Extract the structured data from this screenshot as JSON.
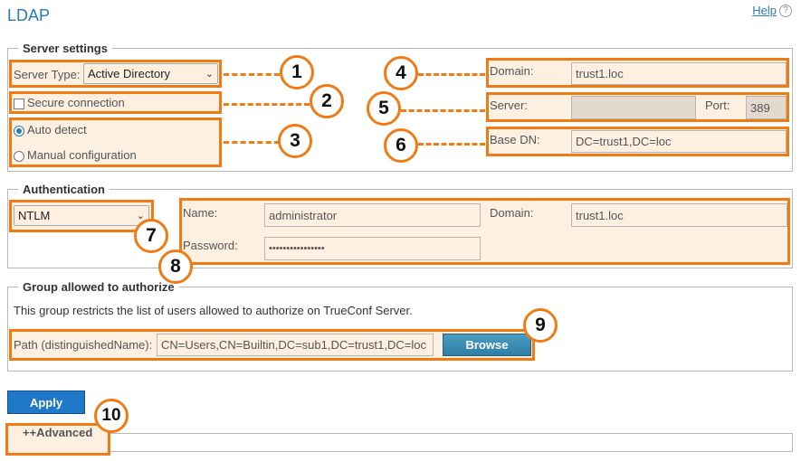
{
  "page": {
    "title": "LDAP",
    "help_label": "Help",
    "help_icon": "help-circle-icon"
  },
  "server_settings": {
    "legend": "Server settings",
    "server_type_label": "Server Type:",
    "server_type_value": "Active Directory",
    "secure_connection_label": "Secure connection",
    "secure_connection_checked": false,
    "auto_detect_label": "Auto detect",
    "manual_configuration_label": "Manual configuration",
    "selected_mode": "Auto detect",
    "domain_label": "Domain:",
    "domain_value": "trust1.loc",
    "server_label": "Server:",
    "server_value": "",
    "port_label": "Port:",
    "port_value": "389",
    "base_dn_label": "Base DN:",
    "base_dn_value": "DC=trust1,DC=loc"
  },
  "authentication": {
    "legend": "Authentication",
    "method_value": "NTLM",
    "name_label": "Name:",
    "name_value": "administrator",
    "domain_label": "Domain:",
    "domain_value": "trust1.loc",
    "password_label": "Password:",
    "password_value": "••••••••••••••••"
  },
  "group": {
    "legend": "Group allowed to authorize",
    "description": "This group restricts the list of users allowed to authorize on TrueConf Server.",
    "path_label": "Path (distinguishedName):",
    "path_value": "CN=Users,CN=Builtin,DC=sub1,DC=trust1,DC=loc",
    "browse_label": "Browse"
  },
  "actions": {
    "apply_label": "Apply"
  },
  "advanced": {
    "legend": "++Advanced"
  },
  "callouts": [
    "1",
    "2",
    "3",
    "4",
    "5",
    "6",
    "7",
    "8",
    "9",
    "10"
  ],
  "colors": {
    "accent": "#f07b14",
    "highlight_bg": "#fdf0e1",
    "link": "#2a7ab9",
    "apply_button": "#1f78c8",
    "browse_button": "#2f7ea6"
  }
}
